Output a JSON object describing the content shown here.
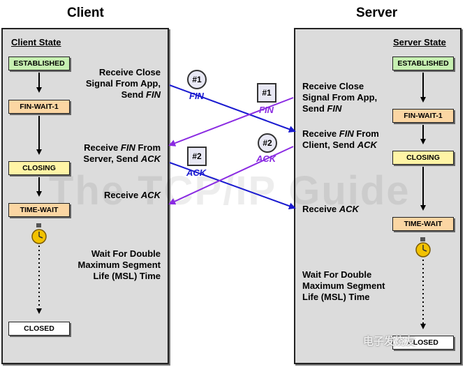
{
  "client": {
    "title": "Client",
    "state_header": "Client State",
    "states": [
      "ESTABLISHED",
      "FIN-WAIT-1",
      "CLOSING",
      "TIME-WAIT",
      "CLOSED"
    ],
    "labels": {
      "receive_close": "Receive Close Signal From App, Send",
      "receive_close_em": "FIN",
      "receive_fin_1": "Receive",
      "receive_fin_em": "FIN",
      "receive_fin_2": "From Server, Send",
      "receive_fin_em2": "ACK",
      "receive_ack": "Receive",
      "receive_ack_em": "ACK",
      "wait": "Wait For Double Maximum Segment Life (MSL) Time"
    }
  },
  "server": {
    "title": "Server",
    "state_header": "Server State",
    "states": [
      "ESTABLISHED",
      "FIN-WAIT-1",
      "CLOSING",
      "TIME-WAIT",
      "CLOSED"
    ],
    "labels": {
      "receive_close": "Receive Close Signal From App, Send",
      "receive_close_em": "FIN",
      "receive_fin_1": "Receive",
      "receive_fin_em": "FIN",
      "receive_fin_2": "From Client, Send",
      "receive_fin_em2": "ACK",
      "receive_ack": "Receive",
      "receive_ack_em": "ACK",
      "wait": "Wait For Double Maximum Segment Life (MSL) Time"
    }
  },
  "messages": {
    "client_fin": {
      "number": "#1",
      "label": "FIN",
      "color": "#1a1ad0"
    },
    "server_fin": {
      "number": "#1",
      "label": "FIN",
      "color": "#8a2be2"
    },
    "client_ack": {
      "number": "#2",
      "label": "ACK",
      "color": "#1a1ad0"
    },
    "server_ack": {
      "number": "#2",
      "label": "ACK",
      "color": "#8a2be2"
    }
  },
  "watermark": "The TCP/IP Guide",
  "corner_watermark": "电子发烧友",
  "colors": {
    "panel": "#dcdcdc",
    "established": "#c6efb1",
    "fin_wait": "#fbd6a3",
    "closing": "#fff4a6",
    "time_wait": "#fbd6a3",
    "closed": "#ffffff",
    "client_msg": "#1a1ad0",
    "server_msg": "#8a2be2"
  }
}
